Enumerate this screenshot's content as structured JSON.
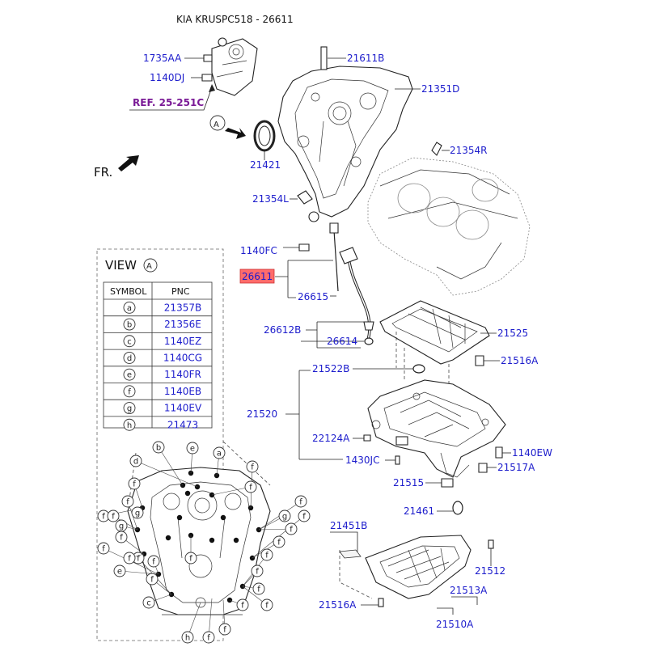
{
  "title": "KIA KRUSPC518 - 26611",
  "highlight_color": "#ff6b6b",
  "label_color": "#1c1ccc",
  "ref_color": "#7a1a96",
  "ref_label": "REF. 25-251C",
  "view_marker": "A",
  "front_label": "FR.",
  "part_labels": {
    "p1735AA": "1735AA",
    "p1140DJ": "1140DJ",
    "p21611B": "21611B",
    "p21351D": "21351D",
    "p21421": "21421",
    "p21354R": "21354R",
    "p21354L": "21354L",
    "p1140FC": "1140FC",
    "p26611": "26611",
    "p26615": "26615",
    "p26612B": "26612B",
    "p26614": "26614",
    "p21525": "21525",
    "p21516A_top": "21516A",
    "p21522B": "21522B",
    "p21520": "21520",
    "p22124A": "22124A",
    "p1430JC": "1430JC",
    "p1140EW": "1140EW",
    "p21517A": "21517A",
    "p21515": "21515",
    "p21461": "21461",
    "p21451B": "21451B",
    "p21512": "21512",
    "p21513A": "21513A",
    "p21516A_bottom": "21516A",
    "p21510A": "21510A"
  },
  "view_panel": {
    "heading": "VIEW",
    "marker": "A",
    "col_symbol": "SYMBOL",
    "col_pnc": "PNC",
    "rows": [
      {
        "symbol": "a",
        "pnc": "21357B"
      },
      {
        "symbol": "b",
        "pnc": "21356E"
      },
      {
        "symbol": "c",
        "pnc": "1140EZ"
      },
      {
        "symbol": "d",
        "pnc": "1140CG"
      },
      {
        "symbol": "e",
        "pnc": "1140FR"
      },
      {
        "symbol": "f",
        "pnc": "1140EB"
      },
      {
        "symbol": "g",
        "pnc": "1140EV"
      },
      {
        "symbol": "h",
        "pnc": "21473"
      }
    ]
  },
  "callouts": [
    "b",
    "e",
    "a",
    "d",
    "f",
    "f",
    "f",
    "f",
    "f",
    "f",
    "f",
    "f",
    "f",
    "f",
    "f",
    "f",
    "f",
    "f",
    "f",
    "e",
    "f",
    "f",
    "c",
    "h",
    "f",
    "f",
    "f",
    "f",
    "f",
    "f",
    "f",
    "g",
    "g",
    "g"
  ]
}
